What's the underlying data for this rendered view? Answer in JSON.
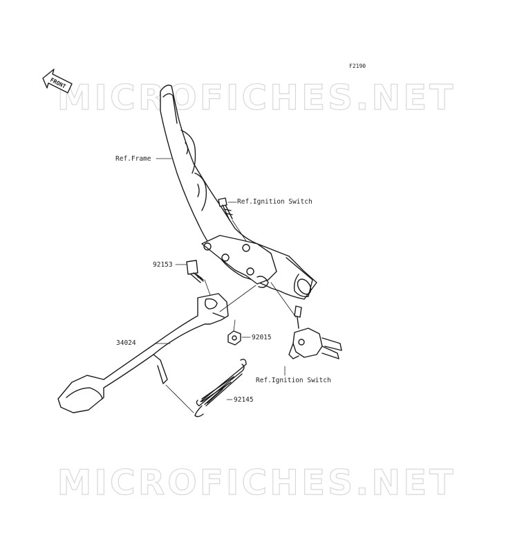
{
  "diagram_code": "F2190",
  "front_indicator": "FRONT",
  "watermark_text": "MICROFICHES.NET",
  "labels": {
    "ref_frame": "Ref.Frame",
    "ref_ignition_switch_top": "Ref.Ignition Switch",
    "ref_ignition_switch_bottom": "Ref.Ignition Switch",
    "part_92153": "92153",
    "part_92015": "92015",
    "part_34024": "34024",
    "part_92145": "92145"
  },
  "colors": {
    "line": "#1a1a1a",
    "watermark": "#d6d6d6"
  }
}
